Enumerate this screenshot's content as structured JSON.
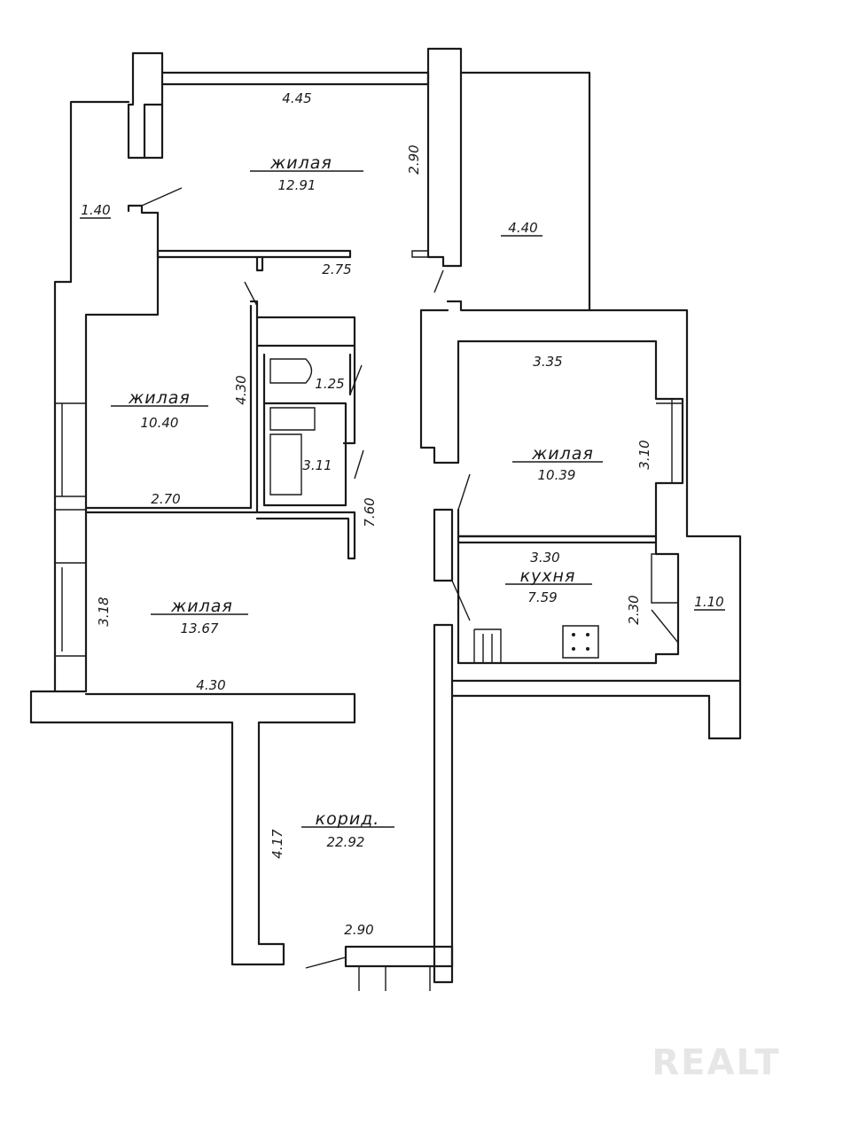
{
  "rooms": {
    "living_top": {
      "name": "жилая",
      "area": "12.91"
    },
    "living_left": {
      "name": "жилая",
      "area": "10.40"
    },
    "living_right": {
      "name": "жилая",
      "area": "10.39"
    },
    "living_bottom": {
      "name": "жилая",
      "area": "13.67"
    },
    "kitchen": {
      "name": "кухня",
      "area": "7.59"
    },
    "corridor": {
      "name": "корид.",
      "area": "22.92"
    }
  },
  "dimensions": {
    "d_445": "4.45",
    "d_290_top": "2.90",
    "d_140": "1.40",
    "d_440": "4.40",
    "d_275": "2.75",
    "d_335": "3.35",
    "d_125": "1.25",
    "d_430_vert": "4.30",
    "d_311": "3.11",
    "d_310": "3.10",
    "d_270": "2.70",
    "d_760": "7.60",
    "d_330": "3.30",
    "d_230": "2.30",
    "d_110": "1.10",
    "d_318": "3.18",
    "d_430_horiz": "4.30",
    "d_417": "4.17",
    "d_290_bottom": "2.90"
  },
  "watermark": "REALT"
}
